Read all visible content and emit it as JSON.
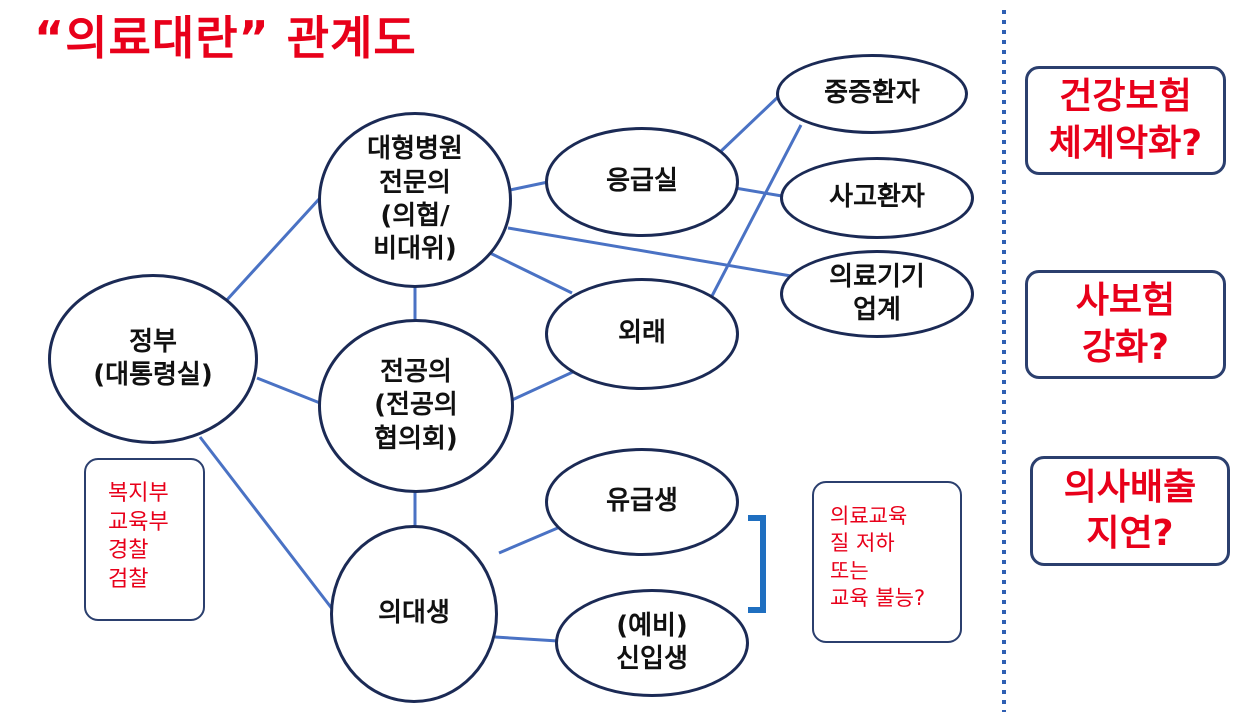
{
  "title": "“의료대란” 관계도",
  "nodes": {
    "government": "정부\n(대통령실)",
    "hospital": "대형병원\n전문의\n(의협/\n비대위)",
    "resident": "전공의\n(전공의\n협의회)",
    "student": "의대생",
    "er": "응급실",
    "outpatient": "외래",
    "severe": "중증환자",
    "accident": "사고환자",
    "device": "의료기기\n업계",
    "paid": "유급생",
    "freshman": "(예비)\n신입생"
  },
  "ministries": "복지부\n교육부\n경찰\n검찰",
  "education_note": "의료교육\n질 저하\n또는\n교육 불능?",
  "questions": {
    "q1": "건강보험\n체계악화?",
    "q2": "사보험\n강화?",
    "q3": "의사배출\n지연?"
  },
  "colors": {
    "title": "#e8001a",
    "edge": "#4a72c4",
    "node_border": "#1b2a55",
    "divider": "#2f5fb3",
    "bracket": "#1f6fc0"
  }
}
